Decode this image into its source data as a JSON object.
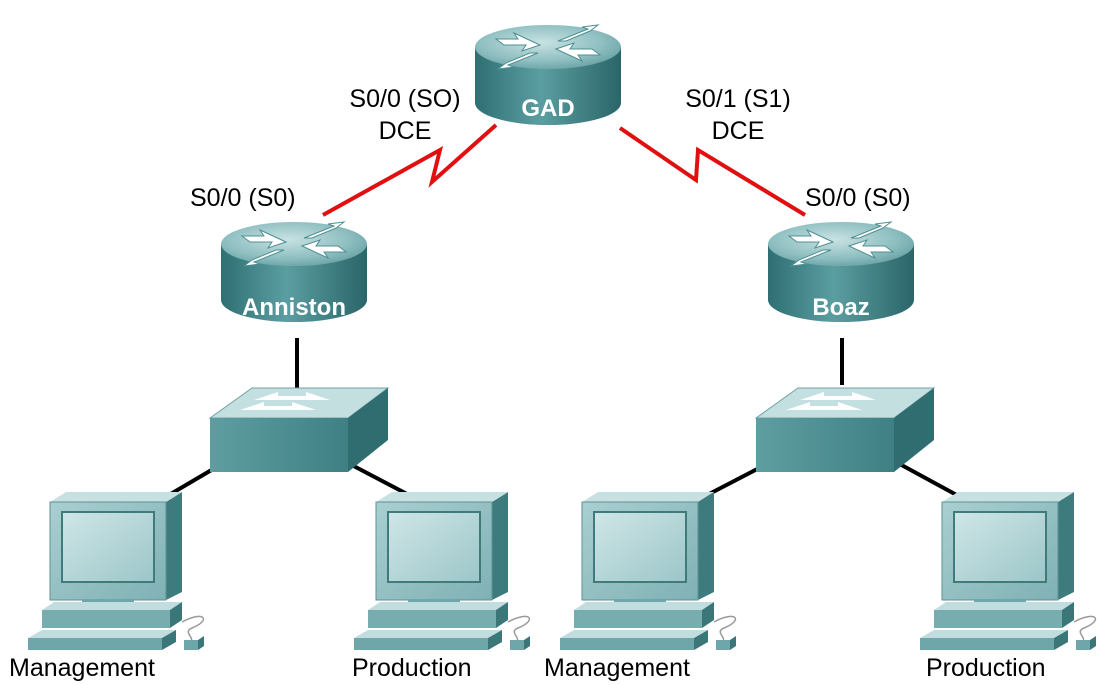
{
  "routers": {
    "gad": {
      "name": "GAD"
    },
    "anniston": {
      "name": "Anniston"
    },
    "boaz": {
      "name": "Boaz"
    }
  },
  "interfaces": {
    "gad_left": {
      "port": "S0/0 (SO)",
      "role": "DCE"
    },
    "gad_right": {
      "port": "S0/1 (S1)",
      "role": "DCE"
    },
    "anniston_serial": {
      "port": "S0/0 (S0)"
    },
    "boaz_serial": {
      "port": "S0/0 (S0)"
    }
  },
  "hosts": {
    "anniston_mgmt": "Management",
    "anniston_prod": "Production",
    "boaz_mgmt": "Management",
    "boaz_prod": "Production"
  },
  "colors": {
    "serial_link": "#e01010",
    "ethernet_link": "#000000",
    "device_teal": "#4f8f92"
  },
  "icons": {
    "router": "router-icon",
    "switch": "switch-icon",
    "workstation": "workstation-icon"
  }
}
